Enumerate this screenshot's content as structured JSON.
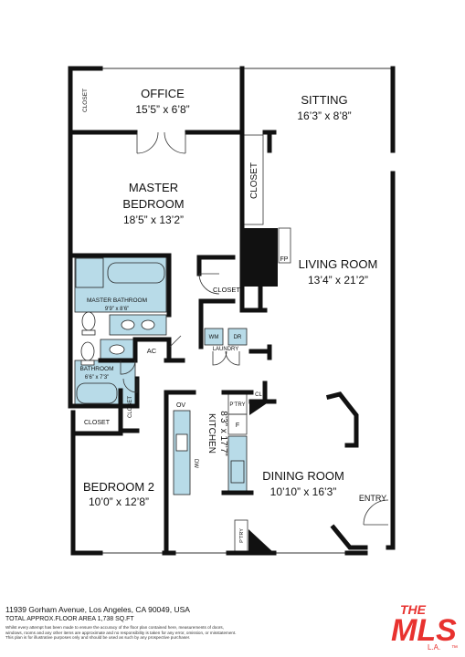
{
  "rooms": {
    "office": {
      "name": "OFFICE",
      "dims": "15’5” x 6’8”"
    },
    "sitting": {
      "name": "SITTING",
      "dims": "16’3” x 8’8”"
    },
    "master_bedroom": {
      "name_line1": "MASTER",
      "name_line2": "BEDROOM",
      "dims": "18’5” x 13’2”"
    },
    "living_room": {
      "name": "LIVING ROOM",
      "dims": "13’4” x 21’2”"
    },
    "master_bathroom": {
      "name": "MASTER BATHROOM",
      "dims": "9’9” x 8’6”"
    },
    "bathroom": {
      "name": "BATHROOM",
      "dims": "6’6” x 7’3”"
    },
    "kitchen": {
      "name": "KITCHEN",
      "dims": "8’3” x 17’7”"
    },
    "bedroom2": {
      "name": "BEDROOM 2",
      "dims": "10’0” x 12’8”"
    },
    "dining_room": {
      "name": "DINING ROOM",
      "dims": "10’10” x 16’3”"
    }
  },
  "labels": {
    "closet": "CLOSET",
    "fp": "FP",
    "laundry": "LAUNDRY",
    "wm": "WM",
    "dr": "DR",
    "ac": "AC",
    "ov": "OV",
    "dw": "DW",
    "pantry": "P’TRY",
    "cl": "CL",
    "f": "F",
    "entry": "ENTRY"
  },
  "footer": {
    "address": "11939 Gorham Avenue, Los Angeles, CA 90049, USA",
    "floor_area": "TOTAL APPROX.FLOOR AREA 1,738 SQ.FT",
    "disclaimer_line1": "Whilst every attempt has been made to ensure the accuracy of the floor plan contained here, measurements of doors,",
    "disclaimer_line2": "windows, rooms and any other items are approximate and no responsibility is taken for any error, omission, or misstatement.",
    "disclaimer_line3": "This plan is for illustrative purposes only and should be used as such by any prospective purchaser."
  },
  "logo": {
    "line1": "THE",
    "line2": "MLS",
    "line3": "L.A.",
    "trademark": "™",
    "brand_color": "#e8322f"
  },
  "colors": {
    "fixture_fill": "#b8dbe8",
    "wall": "#111111",
    "window": "#999999"
  }
}
